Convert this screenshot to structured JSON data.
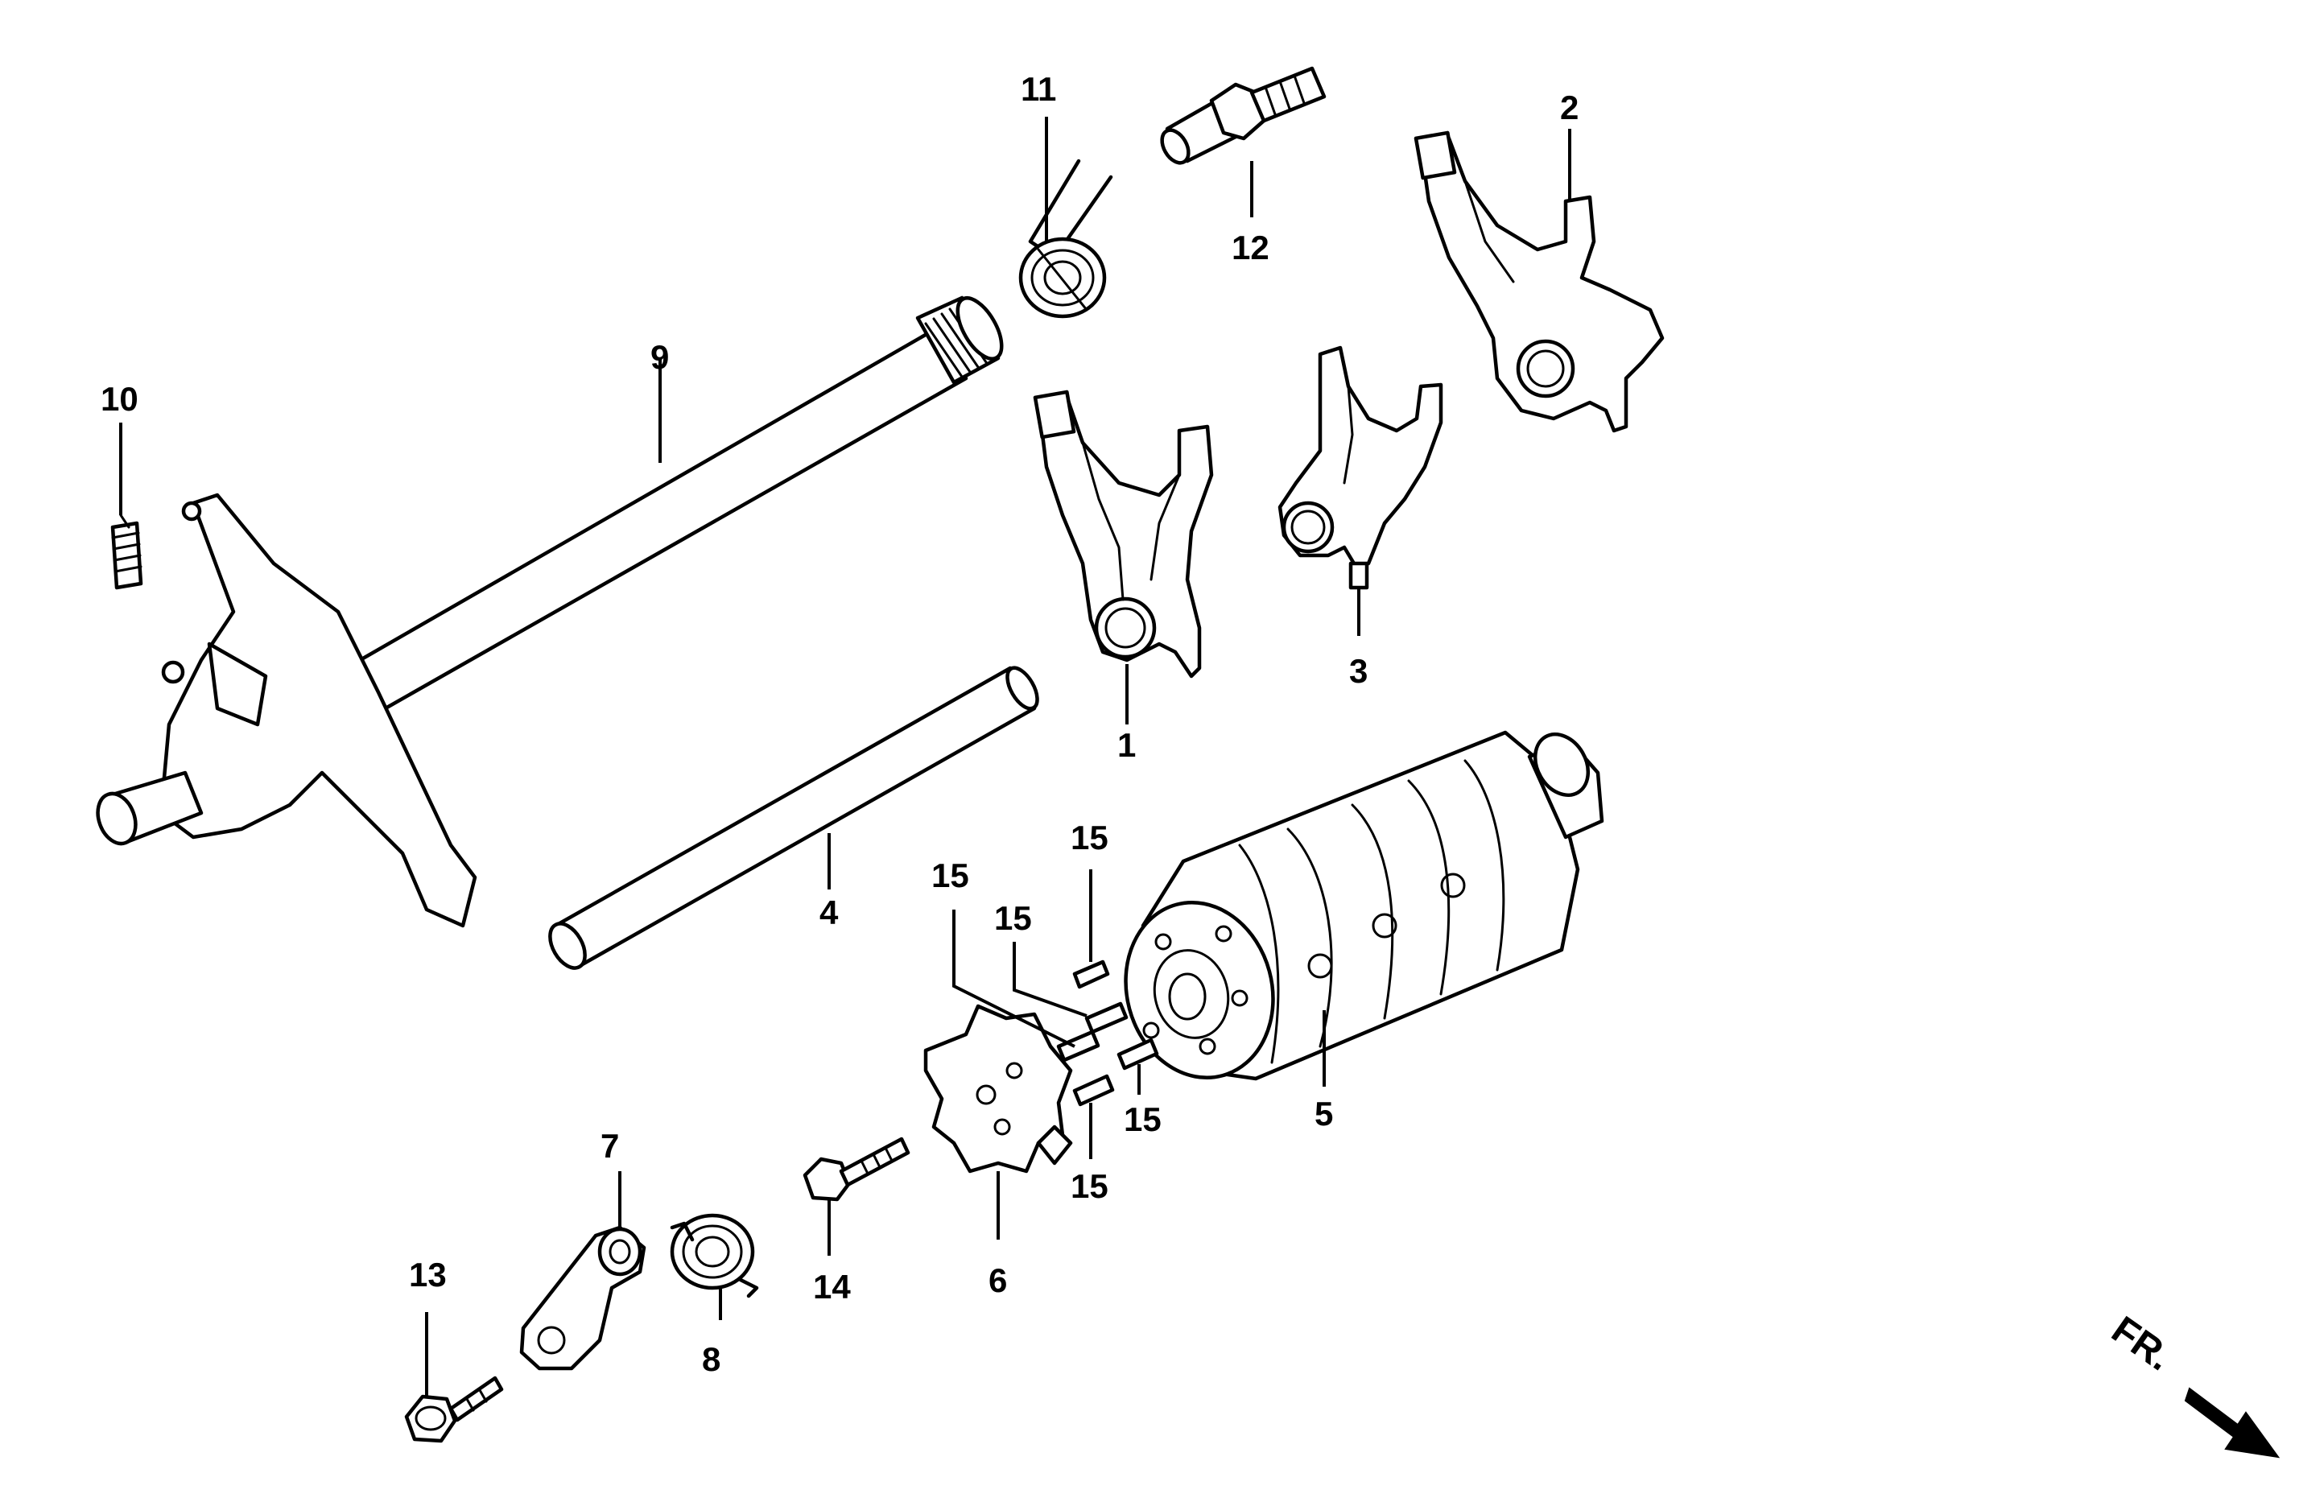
{
  "callouts": {
    "c1": "1",
    "c2": "2",
    "c3": "3",
    "c4": "4",
    "c5": "5",
    "c6": "6",
    "c7": "7",
    "c8": "8",
    "c9": "9",
    "c10": "10",
    "c11": "11",
    "c12": "12",
    "c13": "13",
    "c14": "14",
    "c15a": "15",
    "c15b": "15",
    "c15c": "15",
    "c15d": "15",
    "c15e": "15"
  },
  "direction": {
    "label": "FR."
  }
}
